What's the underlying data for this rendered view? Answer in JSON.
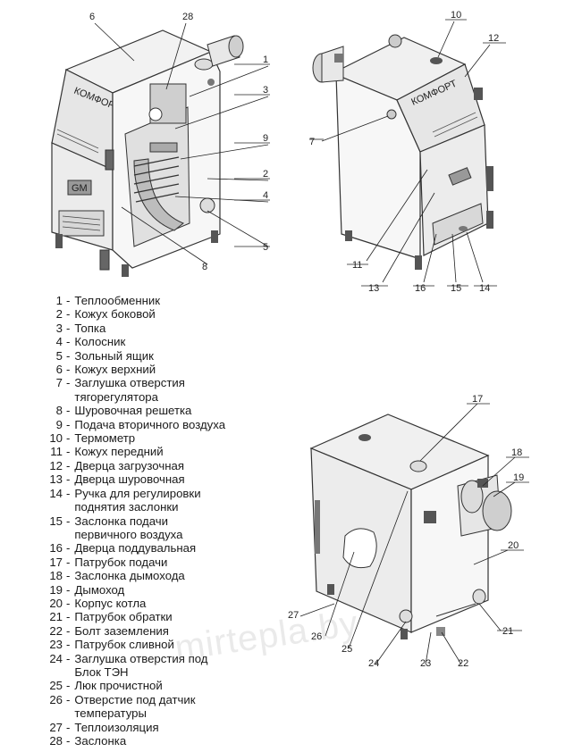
{
  "product_label": "КОМФОРТ",
  "logo_text": "GM",
  "watermark": "mirtepla.by",
  "callouts": [
    "1",
    "2",
    "3",
    "4",
    "5",
    "6",
    "7",
    "8",
    "9",
    "10",
    "11",
    "12",
    "13",
    "14",
    "15",
    "16",
    "17",
    "18",
    "19",
    "20",
    "21",
    "22",
    "23",
    "24",
    "25",
    "26",
    "27",
    "28"
  ],
  "legend": [
    {
      "num": "1",
      "text": "Теплообменник"
    },
    {
      "num": "2",
      "text": "Кожух боковой"
    },
    {
      "num": "3",
      "text": "Топка"
    },
    {
      "num": "4",
      "text": "Колосник"
    },
    {
      "num": "5",
      "text": "Зольный ящик"
    },
    {
      "num": "6",
      "text": "Кожух верхний"
    },
    {
      "num": "7",
      "text": "Заглушка отверстия\nтягорегулятора"
    },
    {
      "num": "8",
      "text": "Шуровочная решетка"
    },
    {
      "num": "9",
      "text": "Подача вторичного воздуха"
    },
    {
      "num": "10",
      "text": "Термометр"
    },
    {
      "num": "11",
      "text": "Кожух передний"
    },
    {
      "num": "12",
      "text": "Дверца загрузочная"
    },
    {
      "num": "13",
      "text": "Дверца шуровочная"
    },
    {
      "num": "14",
      "text": "Ручка для регулировки\nподнятия заслонки"
    },
    {
      "num": "15",
      "text": "Заслонка подачи\nпервичного воздуха"
    },
    {
      "num": "16",
      "text": "Дверца поддувальная"
    },
    {
      "num": "17",
      "text": "Патрубок подачи"
    },
    {
      "num": "18",
      "text": "Заслонка дымохода"
    },
    {
      "num": "19",
      "text": "Дымоход"
    },
    {
      "num": "20",
      "text": "Корпус котла"
    },
    {
      "num": "21",
      "text": "Патрубок обратки"
    },
    {
      "num": "22",
      "text": "Болт заземления"
    },
    {
      "num": "23",
      "text": "Патрубок сливной"
    },
    {
      "num": "24",
      "text": "Заглушка отверстия под\nБлок ТЭН"
    },
    {
      "num": "25",
      "text": "Люк прочистной"
    },
    {
      "num": "26",
      "text": "Отверстие под датчик\nтемпературы"
    },
    {
      "num": "27",
      "text": "Теплоизоляция"
    },
    {
      "num": "28",
      "text": "Заслонка"
    }
  ]
}
